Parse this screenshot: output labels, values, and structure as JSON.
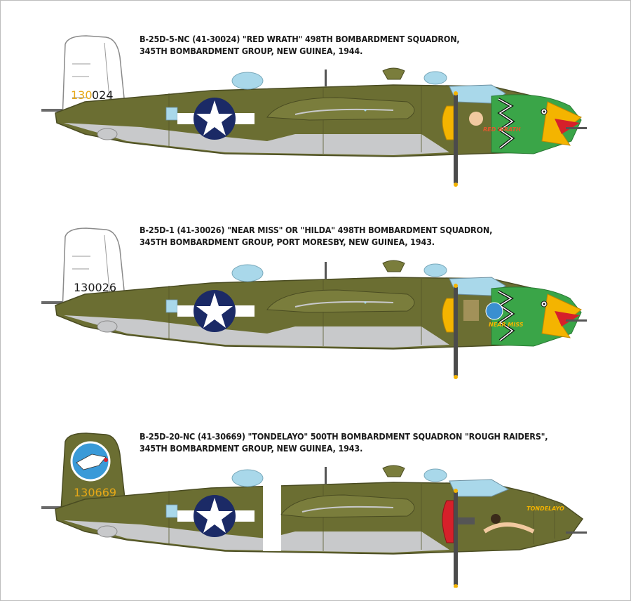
{
  "aircraft": [
    {
      "caption_line1": "B-25D-5-NC (41-30024) \"RED WRATH\" 498TH BOMBARDMENT SQUADRON,",
      "caption_line2": "345TH BOMBARDMENT GROUP, NEW GUINEA, 1944.",
      "tail_serial_prefix": "130",
      "tail_serial_suffix": "024",
      "nose_art_text": "RED WRATH",
      "tail_color": "#ffffff",
      "nose_color": "#3aa548",
      "spinner_color": "#f4b400"
    },
    {
      "caption_line1": "B-25D-1 (41-30026) \"NEAR MISS\" OR \"HILDA\" 498TH BOMBARDMENT SQUADRON,",
      "caption_line2": "345TH BOMBARDMENT GROUP, PORT MORESBY, NEW GUINEA, 1943.",
      "tail_serial": "130026",
      "nose_art_text": "NEAR MISS",
      "tail_color": "#ffffff",
      "nose_color": "#3aa548",
      "spinner_color": "#f4b400"
    },
    {
      "caption_line1": "B-25D-20-NC (41-30669) \"TONDELAYO\" 500TH BOMBARDMENT SQUADRON \"ROUGH RAIDERS\",",
      "caption_line2": "345TH BOMBARDMENT GROUP, NEW GUINEA, 1943.",
      "tail_serial": "130669",
      "nose_art_text": "TONDELAYO",
      "tail_color": "#6b6e32",
      "nose_color": "#6b6e32",
      "spinner_color": "#d6202a"
    }
  ],
  "colors": {
    "olive_drab": "#6b6e32",
    "neutral_gray": "#c8c9cb",
    "insignia_blue": "#1b2a66",
    "glass": "#a9d8ea",
    "serial_yellow": "#e6a817"
  }
}
